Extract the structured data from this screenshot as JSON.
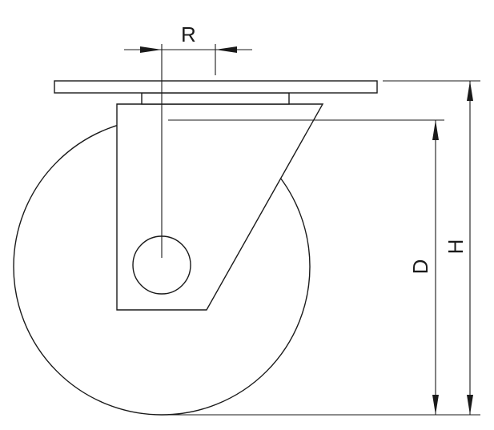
{
  "diagram": {
    "dimensions": {
      "radius_label": "R",
      "height_label": "H",
      "diameter_label": "D"
    }
  }
}
